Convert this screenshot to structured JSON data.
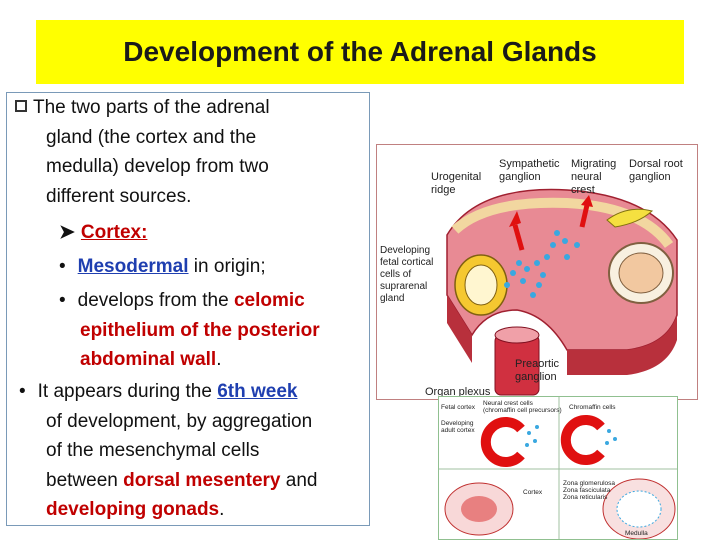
{
  "title": "Development of the Adrenal Glands",
  "text": {
    "intro": [
      "The two parts of the adrenal",
      "gland (the cortex and the",
      "medulla) develop from two",
      "different sources."
    ],
    "cortex_heading": "Cortex:",
    "mesodermal_word": "Mesodermal",
    "mesodermal_rest": " in origin;",
    "develops_pre": "develops from the ",
    "celomic": "celomic",
    "epithelium": "epithelium of the posterior",
    "abdominal": "abdominal wall",
    "abdominal_dot": ".",
    "appears_pre": "It appears during the ",
    "sixth_week": "6th week",
    "dev_line": "of development, by aggregation",
    "mes_line": "of the mesenchymal cells",
    "between_pre": "between ",
    "dorsal_mesentery": "dorsal mesentery",
    "and_word": " and",
    "developing_gonads": "developing  gonads",
    "final_dot": "."
  },
  "figure1": {
    "urogenital": [
      "Urogenital",
      "ridge"
    ],
    "sympathetic": [
      "Sympathetic",
      "ganglion"
    ],
    "migrating": [
      "Migrating",
      "neural",
      "crest"
    ],
    "dorsal_root": [
      "Dorsal root",
      "ganglion"
    ],
    "fetal_cortical": [
      "Developing",
      "fetal cortical",
      "cells of",
      "suprarenal",
      "gland"
    ],
    "preaortic": [
      "Preaortic",
      "ganglion"
    ],
    "organ_plexus": "Organ plexus"
  },
  "figure2": {
    "neural_crest": "Neural crest cells",
    "chromaffin_precursors": "(chromaffin cell precursors)",
    "fetal_cortex": "Fetal cortex",
    "chromaffin_cells": "Chromaffin cells",
    "developing_adult": [
      "Developing",
      "adult cortex"
    ],
    "zona_glomerulosa": "Zona glomerulosa",
    "zona_fasciculata": "Zona fasciculata",
    "zona_reticularis": "Zona reticularis",
    "cortex": "Cortex",
    "medulla": "Medulla"
  }
}
